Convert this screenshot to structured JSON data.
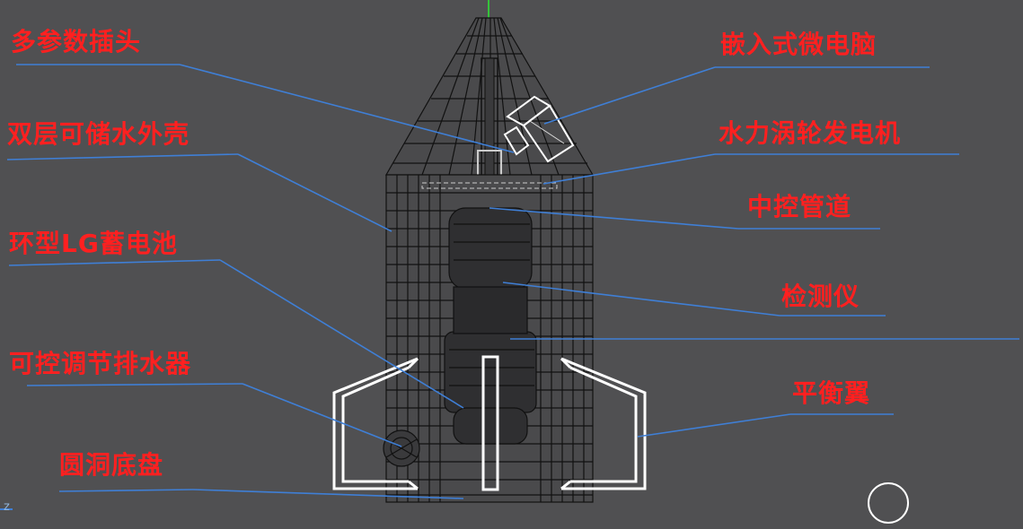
{
  "labels": {
    "multi_param_plug": "多参数插头",
    "double_layer_shell": "双层可储水外壳",
    "ring_battery": "环型LG蓄电池",
    "adjustable_drain": "可控调节排水器",
    "bottom_plate": "圆洞底盘",
    "embedded_mcu": "嵌入式微电脑",
    "turbine_generator": "水力涡轮发电机",
    "central_pipe": "中控管道",
    "detector": "检测仪",
    "balance_wing": "平衡翼"
  },
  "axis_label": "z",
  "colors": {
    "background": "#505052",
    "label": "#ff2020",
    "leader_line": "#3f7fd6",
    "wireframe": "#111111",
    "wing": "#ffffff"
  }
}
